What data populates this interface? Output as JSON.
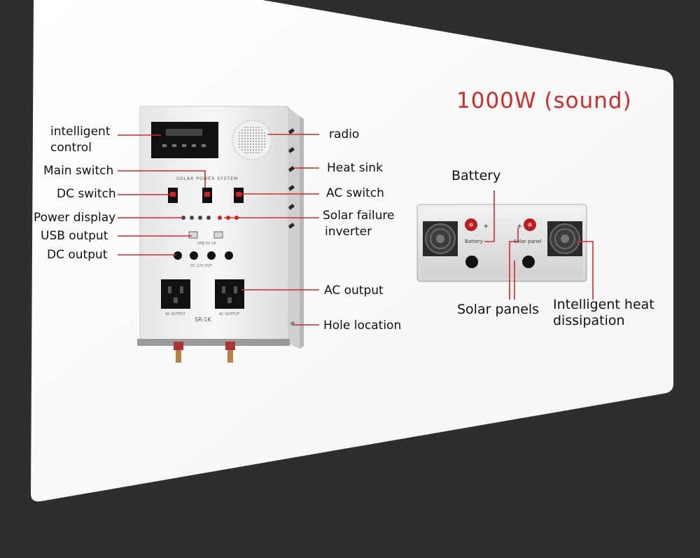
{
  "title": "1000W (sound)",
  "front_unit": {
    "panel_heading": "SOLAR POWER SYSTEM",
    "model": "SR-1K",
    "usb_caption": "USB 5V 1A",
    "dc_caption": "DC 12V OUT",
    "ac_caption_left": "AC OUTPUT",
    "ac_caption_right": "AC OUTPUT"
  },
  "rear_unit": {
    "battery_tag": "Battery",
    "solar_tag": "Solar panel"
  },
  "labels": {
    "intelligent_control_1": "intelligent",
    "intelligent_control_2": "control",
    "main_switch": "Main switch",
    "dc_switch": "DC switch",
    "power_display": "Power display",
    "usb_output": "USB output",
    "dc_output": "DC output",
    "radio": "radio",
    "heat_sink": "Heat sink",
    "ac_switch": "AC switch",
    "solar_failure_1": "Solar failure",
    "solar_failure_2": "inverter",
    "ac_output": "AC output",
    "hole_location": "Hole location",
    "battery": "Battery",
    "solar_panels": "Solar panels",
    "intelligent_heat_1": "Intelligent heat",
    "intelligent_heat_2": "dissipation"
  },
  "colors": {
    "background": "#2e2e2e",
    "card": "#ffffff",
    "leader_line": "#d42a2a",
    "title": "#d42a2a"
  }
}
